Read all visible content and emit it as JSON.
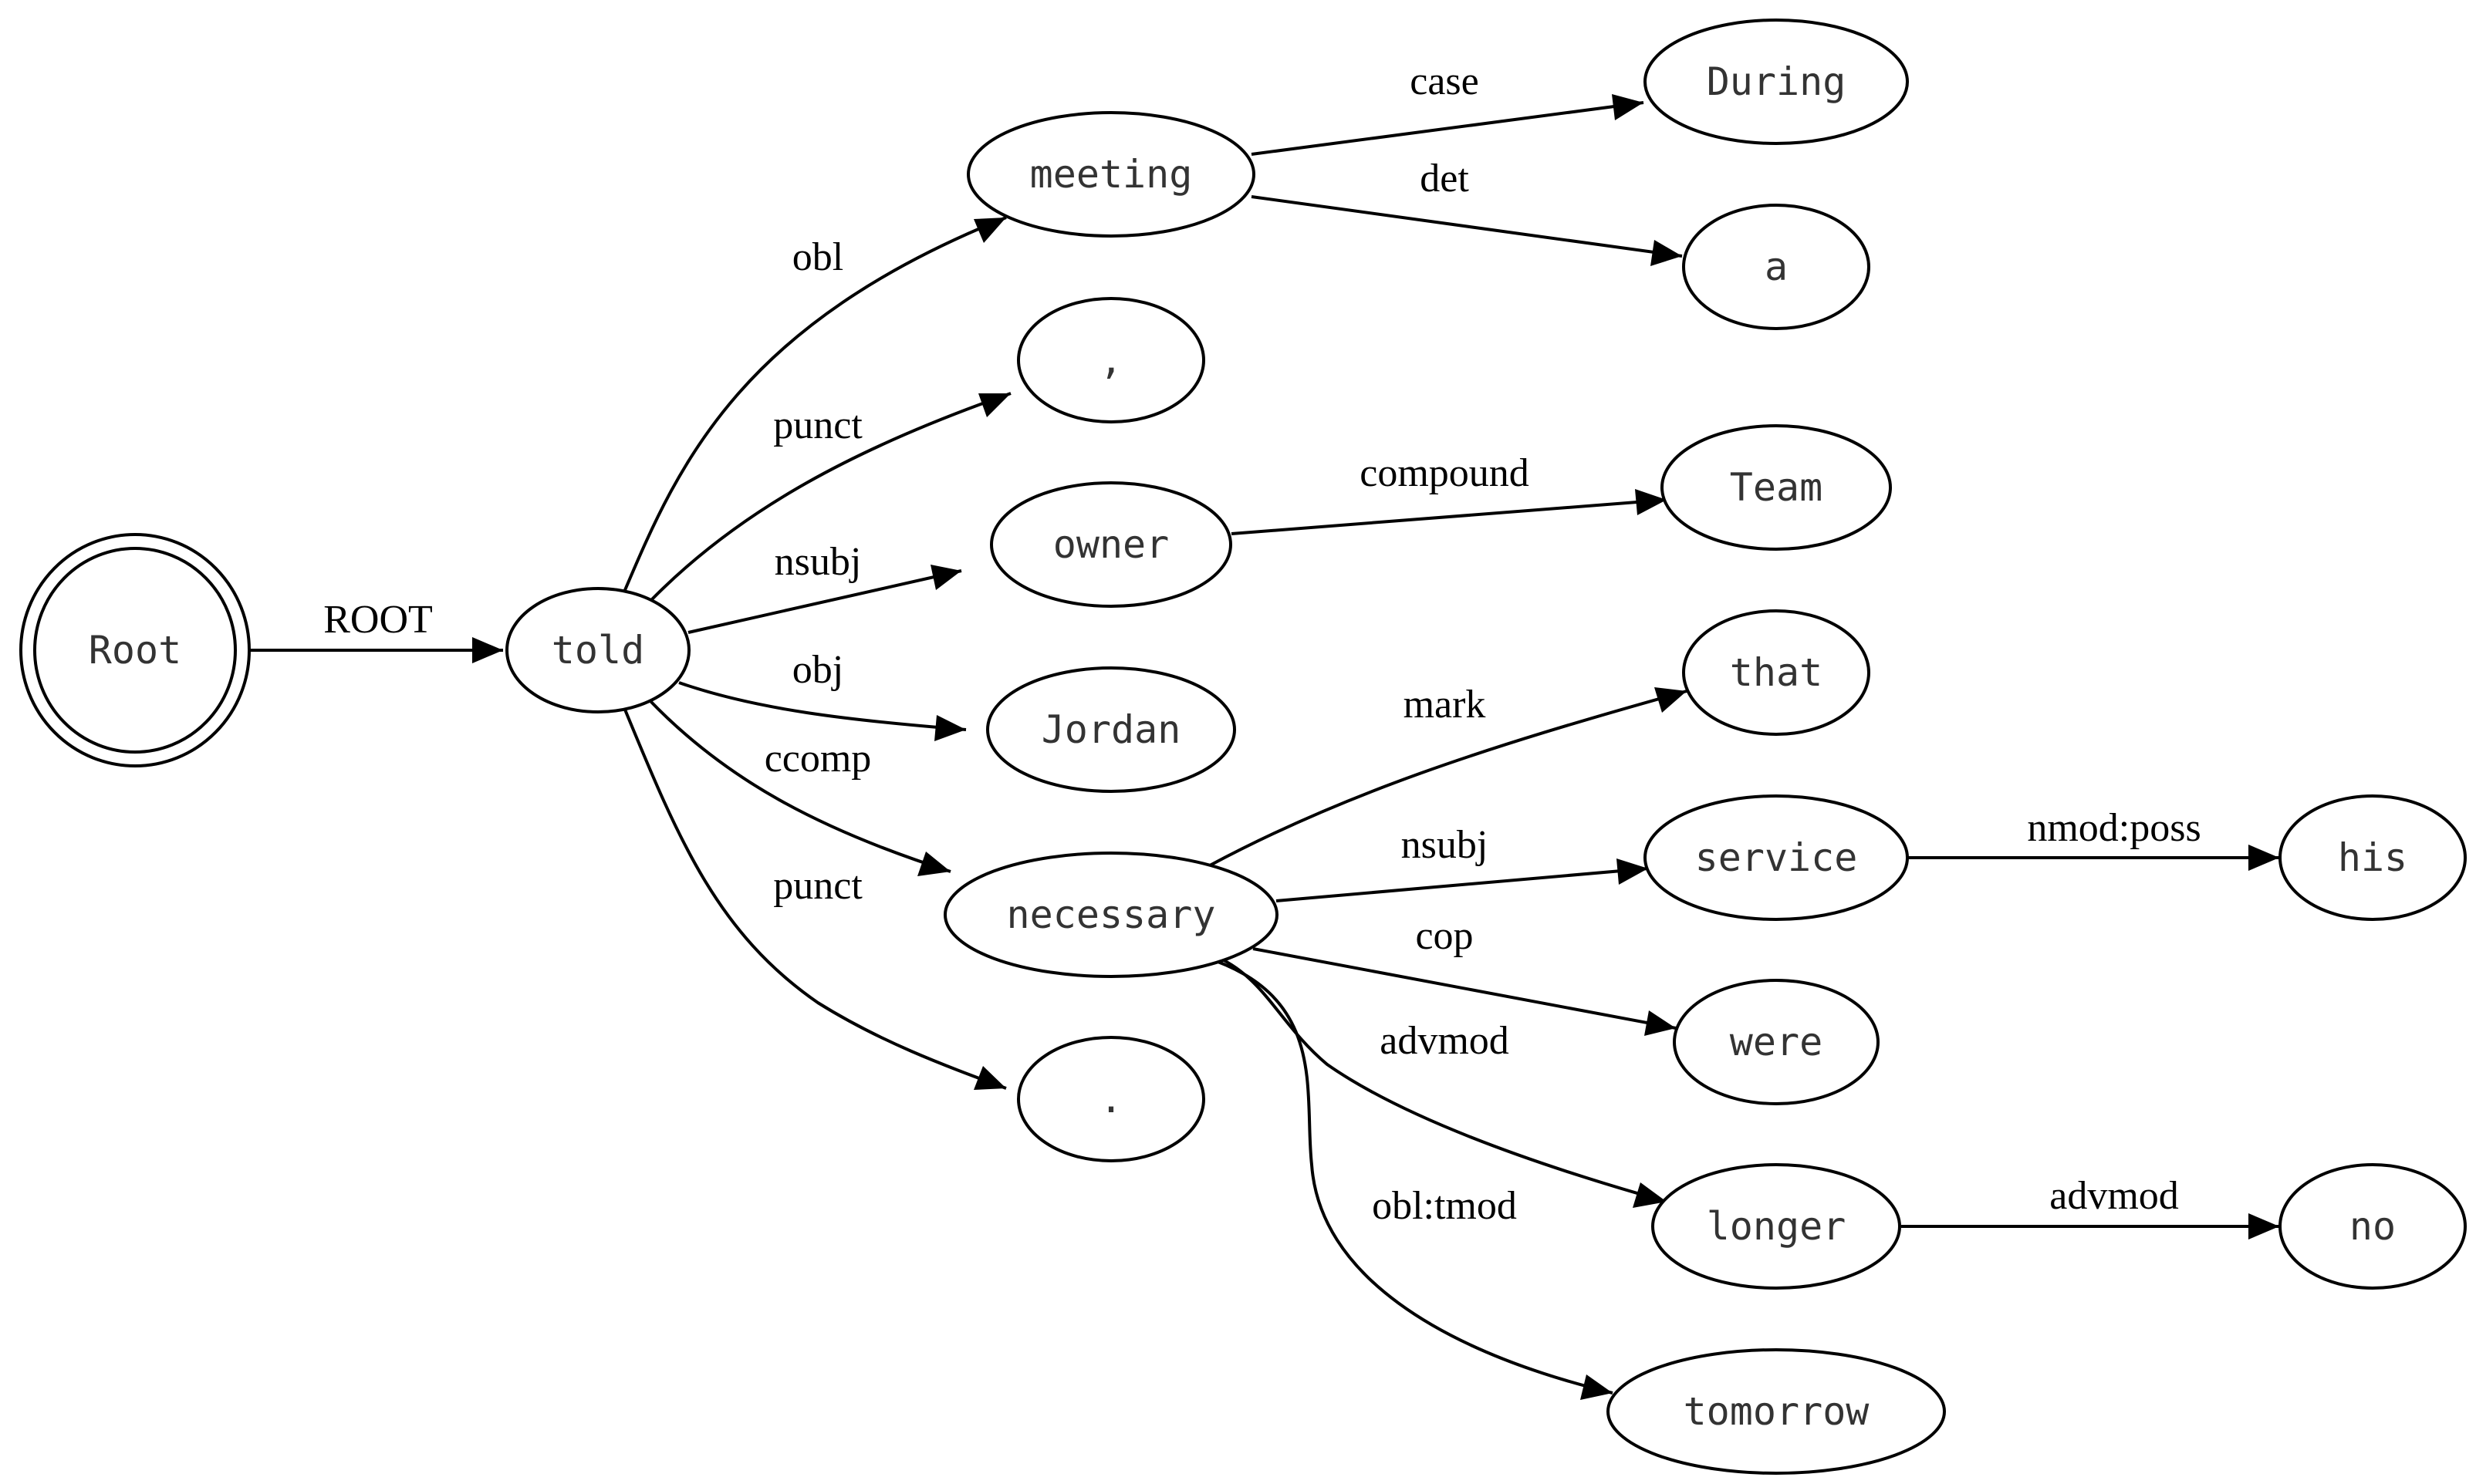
{
  "nodes": {
    "root": "Root",
    "told": "told",
    "meeting": "meeting",
    "comma": ",",
    "owner": "owner",
    "jordan": "Jordan",
    "necessary": "necessary",
    "period": ".",
    "during": "During",
    "a": "a",
    "team": "Team",
    "that": "that",
    "service": "service",
    "were": "were",
    "longer": "longer",
    "tomorrow": "tomorrow",
    "his": "his",
    "no": "no"
  },
  "edges": {
    "root_told": "ROOT",
    "told_meeting": "obl",
    "told_comma": "punct",
    "told_owner": "nsubj",
    "told_jordan": "obj",
    "told_necessary": "ccomp",
    "told_period": "punct",
    "meeting_during": "case",
    "meeting_a": "det",
    "owner_team": "compound",
    "necessary_that": "mark",
    "necessary_service": "nsubj",
    "necessary_were": "cop",
    "necessary_longer": "advmod",
    "necessary_tomorrow": "obl:tmod",
    "service_his": "nmod:poss",
    "longer_no": "advmod"
  },
  "colors": {
    "stroke": "#000000",
    "node_text": "#333333",
    "edge_text": "#000000",
    "background": "#ffffff"
  }
}
